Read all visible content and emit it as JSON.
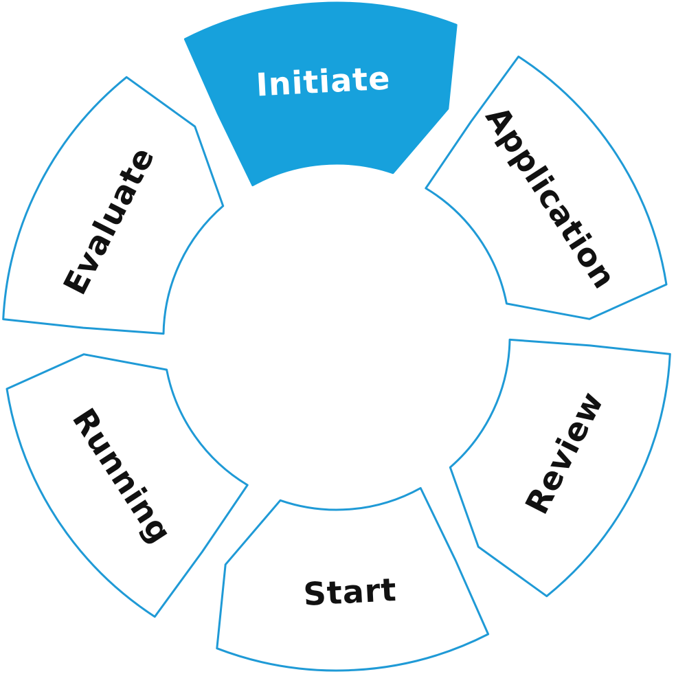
{
  "diagram": {
    "colors": {
      "accent": "#17A1DC",
      "outline": "#1F9AD6",
      "background": "#FFFFFF",
      "text_dark": "#111111",
      "text_light": "#FFFFFF"
    },
    "steps": [
      {
        "id": "initiate",
        "label": "Initiate",
        "active": true
      },
      {
        "id": "application",
        "label": "Application",
        "active": false
      },
      {
        "id": "review",
        "label": "Review",
        "active": false
      },
      {
        "id": "start",
        "label": "Start",
        "active": false
      },
      {
        "id": "running",
        "label": "Running",
        "active": false
      },
      {
        "id": "evaluate",
        "label": "Evaluate",
        "active": false
      }
    ]
  }
}
